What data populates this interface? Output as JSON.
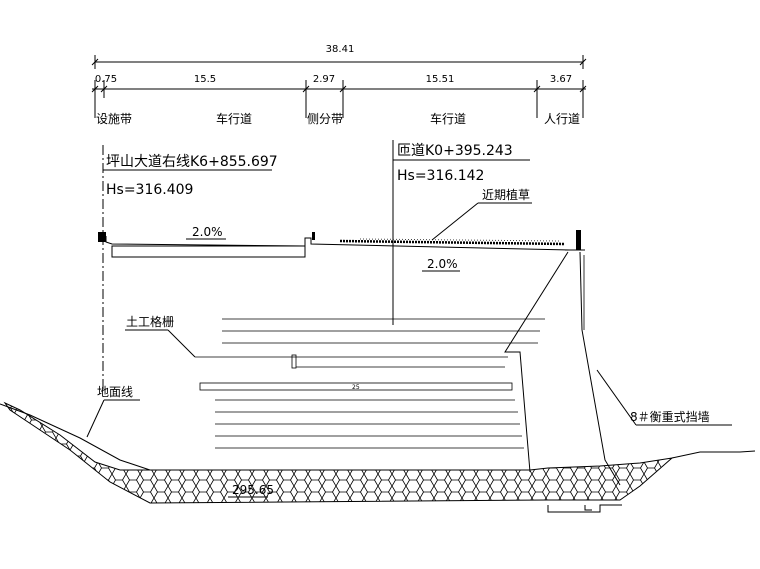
{
  "dimensions": {
    "total": "38.41",
    "segments": [
      "0.75",
      "15.5",
      "2.97",
      "15.51",
      "3.67"
    ]
  },
  "zones": [
    "设施带",
    "车行道",
    "侧分带",
    "车行道",
    "人行道"
  ],
  "station_left": {
    "line1": "坪山大道右线K6+855.697",
    "line2": "Hs=316.409"
  },
  "station_right": {
    "line1": "匝道K0+395.243",
    "line2": "Hs=316.142"
  },
  "slopes": {
    "left": "2.0%",
    "right": "2.0%"
  },
  "labels": {
    "grass": "近期植草",
    "geogrid": "土工格栅",
    "ground": "地面线",
    "wall": "8＃衡重式挡墙",
    "bottom_elev": "295.65",
    "beam": "25"
  }
}
